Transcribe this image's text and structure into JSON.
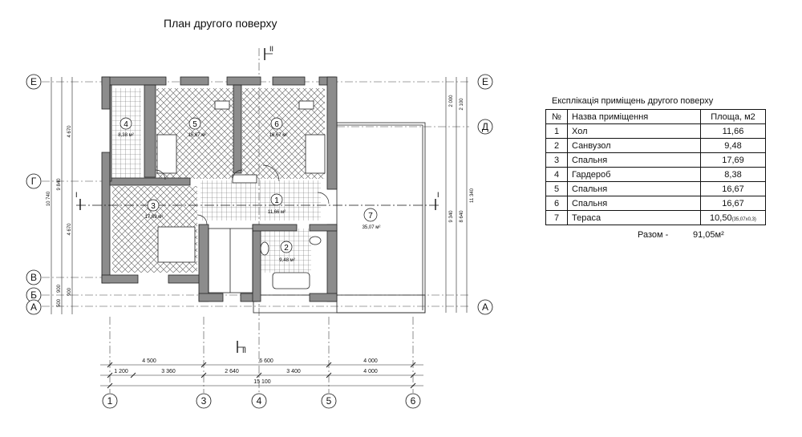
{
  "title": "План другого поверху",
  "table": {
    "title": "Експлікація приміщень другого поверху",
    "headers": [
      "№",
      "Назва приміщення",
      "Площа, м2"
    ],
    "rows": [
      {
        "num": "1",
        "name": "Хол",
        "area": "11,66"
      },
      {
        "num": "2",
        "name": "Санвузол",
        "area": "9,48"
      },
      {
        "num": "3",
        "name": "Спальня",
        "area": "17,69"
      },
      {
        "num": "4",
        "name": "Гардероб",
        "area": "8,38"
      },
      {
        "num": "5",
        "name": "Спальня",
        "area": "16,67"
      },
      {
        "num": "6",
        "name": "Спальня",
        "area": "16,67"
      },
      {
        "num": "7",
        "name": "Тераса",
        "area": "10,50",
        "area_note": "(35,07х0,3)"
      }
    ],
    "total_label": "Разом -",
    "total_value": "91,05м²"
  },
  "axes": {
    "rows": [
      "Е",
      "Г",
      "В",
      "Б",
      "А"
    ],
    "rows_right": [
      "Е",
      "Д",
      "А"
    ],
    "cols": [
      "1",
      "3",
      "4",
      "5",
      "6"
    ]
  },
  "sections": {
    "top": "II",
    "bottom": "II",
    "left": "I",
    "right": "I"
  },
  "rooms": [
    {
      "num": "1",
      "area": "11,66 м²"
    },
    {
      "num": "2",
      "area": "9,48 м²"
    },
    {
      "num": "3",
      "area": "17,69 м²"
    },
    {
      "num": "4",
      "area": "8,38 м²"
    },
    {
      "num": "5",
      "area": "16,67 м²"
    },
    {
      "num": "6",
      "area": "16,67 м²"
    },
    {
      "num": "7",
      "area": "35,07 м²"
    }
  ],
  "dims": {
    "bottom_row1": [
      "4 500",
      "6 600",
      "4 000"
    ],
    "bottom_row2": [
      "1 200",
      "3 360",
      "2 640",
      "3 400",
      "4 000"
    ],
    "bottom_total": "15 100",
    "left_outer": "10 740",
    "left_mid": "9 840",
    "left_inner": [
      "4 670",
      "4 670",
      "900",
      "900",
      "500"
    ],
    "right_outer": "11 340",
    "right_mid": "9 340",
    "right_mid2": "8 640",
    "right_inner": [
      "2 000",
      "2 100"
    ]
  }
}
